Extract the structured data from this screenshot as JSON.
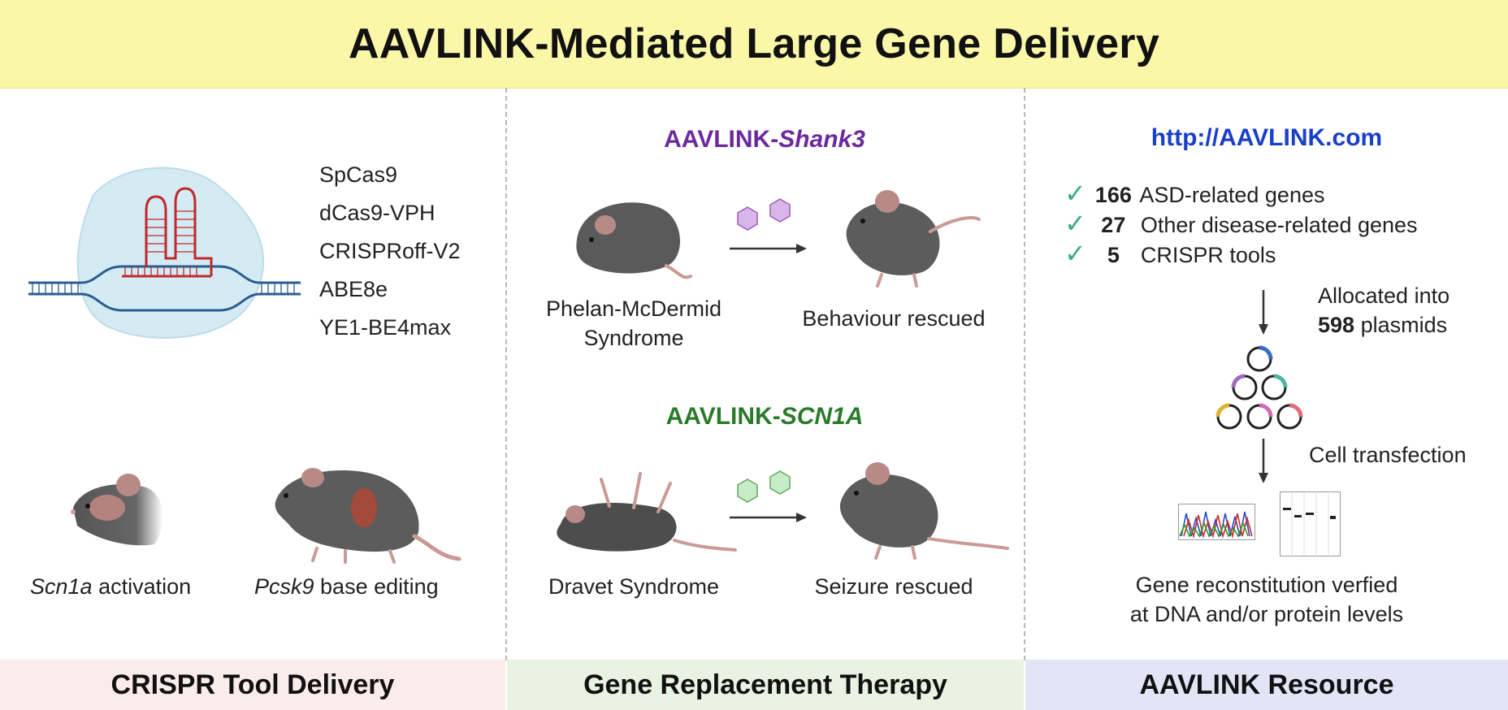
{
  "title": "AAVLINK-Mediated Large Gene Delivery",
  "crispr": {
    "tools": [
      "SpCas9",
      "dCas9-VPH",
      "CRISPRoff-V2",
      "ABE8e",
      "YE1-BE4max"
    ],
    "scn1a_gene": "Scn1a",
    "scn1a_rest": " activation",
    "pcsk9_gene": "Pcsk9",
    "pcsk9_rest": " base editing",
    "footer": "CRISPR Tool Delivery"
  },
  "therapy": {
    "shank3_prefix": "AAVLINK-",
    "shank3_gene": "Shank3",
    "shank3_from_line1": "Phelan-McDermid",
    "shank3_from_line2": "Syndrome",
    "shank3_to": "Behaviour rescued",
    "scn1a_prefix": "AAVLINK-",
    "scn1a_gene": "SCN1A",
    "scn1a_from": "Dravet Syndrome",
    "scn1a_to": "Seizure rescued",
    "footer": "Gene Replacement Therapy"
  },
  "resource": {
    "url": "http://AAVLINK.com",
    "stats": [
      {
        "count": "166",
        "label": "ASD-related genes"
      },
      {
        "count": "27",
        "label": "Other disease-related genes"
      },
      {
        "count": "5",
        "label": "CRISPR tools"
      }
    ],
    "allocated_line1": "Allocated into",
    "allocated_count": "598",
    "allocated_rest": " plasmids",
    "transfection": "Cell transfection",
    "verified_line1": "Gene reconstitution verfied",
    "verified_line2": "at DNA and/or protein levels",
    "footer": "AAVLINK Resource"
  },
  "colors": {
    "banner_bg": "#fbf7a8",
    "shank3": "#6a2a9c",
    "scn1a": "#2a7a2a",
    "url": "#1a3fc8",
    "check": "#3aaa8a",
    "crispr_footer_bg": "#fbecec",
    "therapy_footer_bg": "#e8f3e2",
    "resource_footer_bg": "#e3e5f7"
  }
}
